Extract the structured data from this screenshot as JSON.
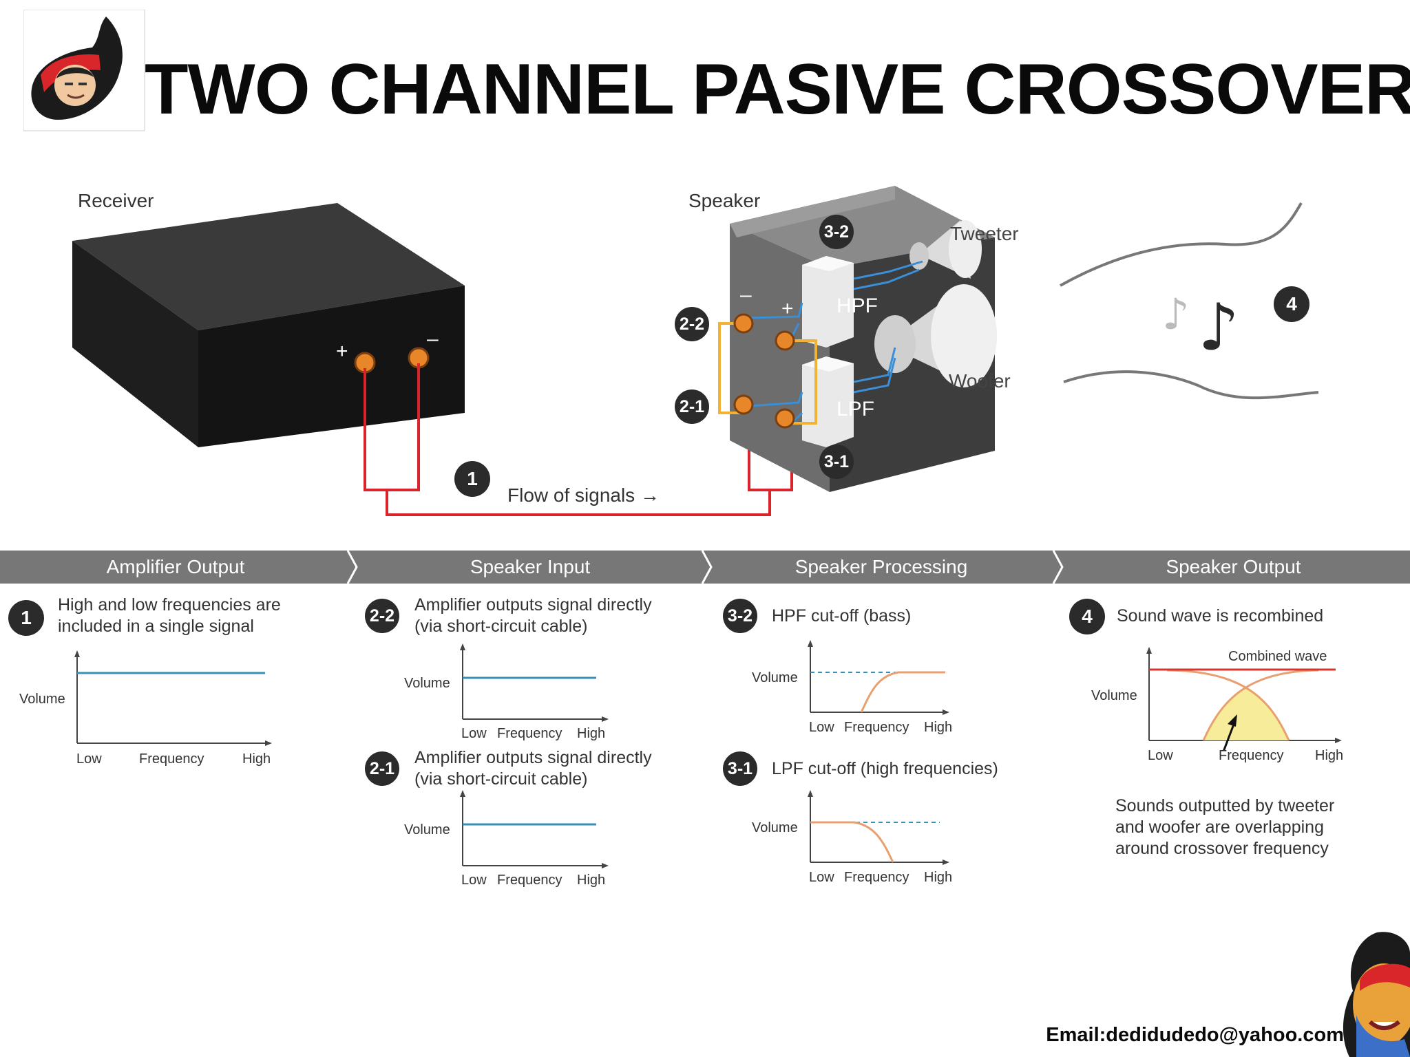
{
  "title": "TWO CHANNEL PASIVE CROSSOVER",
  "email": "Email:dedidudedo@yahoo.com",
  "diagram": {
    "receiver_label": "Receiver",
    "speaker_label": "Speaker",
    "tweeter_label": "Tweeter",
    "woofer_label": "Woofer",
    "hpf_label": "HPF",
    "lpf_label": "LPF",
    "plus": "+",
    "minus": "–",
    "flow_label": "Flow of signals →",
    "badges": {
      "b1": "1",
      "b21": "2-1",
      "b22": "2-2",
      "b31": "3-1",
      "b32": "3-2",
      "b4": "4"
    }
  },
  "stages": [
    "Amplifier Output",
    "Speaker Input",
    "Speaker Processing",
    "Speaker Output"
  ],
  "panels": {
    "p1": {
      "badge": "1",
      "line1": "High and low frequencies are",
      "line2": "included in a single signal"
    },
    "p22": {
      "badge": "2-2",
      "line1": "Amplifier outputs signal directly",
      "line2": "(via short-circuit cable)"
    },
    "p21": {
      "badge": "2-1",
      "line1": "Amplifier outputs signal directly",
      "line2": "(via short-circuit cable)"
    },
    "p32": {
      "badge": "3-2",
      "line1": "HPF cut-off (bass)"
    },
    "p31": {
      "badge": "3-1",
      "line1": "LPF cut-off (high frequencies)"
    },
    "p4": {
      "badge": "4",
      "line1": "Sound wave is recombined",
      "note1": "Sounds outputted by tweeter",
      "note2": "and woofer are overlapping",
      "note3": "around crossover frequency"
    }
  },
  "axis": {
    "volume": "Volume",
    "low": "Low",
    "frequency": "Frequency",
    "high": "High",
    "combined": "Combined wave"
  },
  "colors": {
    "flat_line": "#3a8fb7",
    "filter_curve": "#e8a070",
    "combined": "#d9342b",
    "overlap_fill": "#f6ec9a",
    "wire": "#d9242b",
    "cable": "#f2b233"
  }
}
